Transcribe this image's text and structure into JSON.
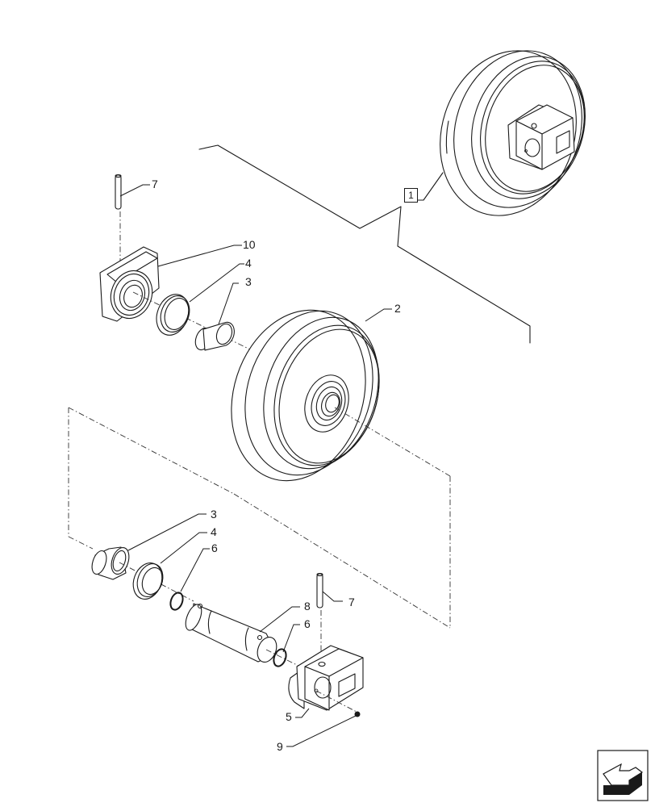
{
  "diagram": {
    "type": "exploded-parts-diagram",
    "subject": "Track front idler wheel assembly",
    "assembly_callout": {
      "label": "1",
      "boxed": true
    },
    "callouts": [
      {
        "id": "c7a",
        "label": "7",
        "part": "pin"
      },
      {
        "id": "c10",
        "label": "10",
        "part": "idler bracket"
      },
      {
        "id": "c4a",
        "label": "4",
        "part": "seal"
      },
      {
        "id": "c3a",
        "label": "3",
        "part": "bushing"
      },
      {
        "id": "c2",
        "label": "2",
        "part": "idler wheel"
      },
      {
        "id": "c3b",
        "label": "3",
        "part": "bushing"
      },
      {
        "id": "c4b",
        "label": "4",
        "part": "seal"
      },
      {
        "id": "c6a",
        "label": "6",
        "part": "o-ring"
      },
      {
        "id": "c7b",
        "label": "7",
        "part": "pin"
      },
      {
        "id": "c8",
        "label": "8",
        "part": "shaft"
      },
      {
        "id": "c6b",
        "label": "6",
        "part": "o-ring"
      },
      {
        "id": "c5",
        "label": "5",
        "part": "idler bracket"
      },
      {
        "id": "c9",
        "label": "9",
        "part": "plug"
      }
    ],
    "nav_icon": "previous-page-arrow-icon",
    "colors": {
      "line": "#1a1a1a",
      "background": "#ffffff"
    }
  }
}
